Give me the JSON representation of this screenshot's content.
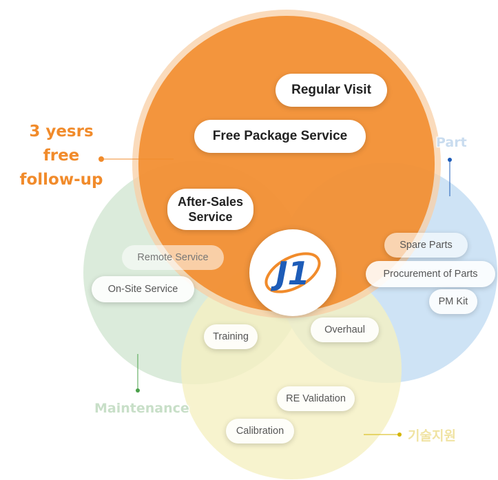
{
  "colors": {
    "orange": "#f18b2b",
    "green": "#cfe4cf",
    "blue": "#c7dff4",
    "yellow": "#f4efbf",
    "logo_blue": "#1d5cb8",
    "logo_orange": "#f18b2b"
  },
  "headline": [
    "3 yesrs",
    "free",
    "follow-up"
  ],
  "sets": {
    "part": "Part",
    "maintenance": "Maintenance",
    "tech_support": "기술지원"
  },
  "service_items": {
    "regular_visit": "Regular Visit",
    "free_package": "Free Package Service",
    "after_sales": [
      "After-Sales",
      "Service"
    ]
  },
  "maintenance_items": {
    "remote": "Remote Service",
    "onsite": "On-Site Service",
    "training": "Training"
  },
  "part_items": {
    "spare": "Spare Parts",
    "procurement": "Procurement of Parts",
    "pm_kit": "PM Kit",
    "overhaul": "Overhaul"
  },
  "tech_items": {
    "re_validation": "RE Validation",
    "calibration": "Calibration"
  },
  "logo": {
    "text": "J1"
  }
}
